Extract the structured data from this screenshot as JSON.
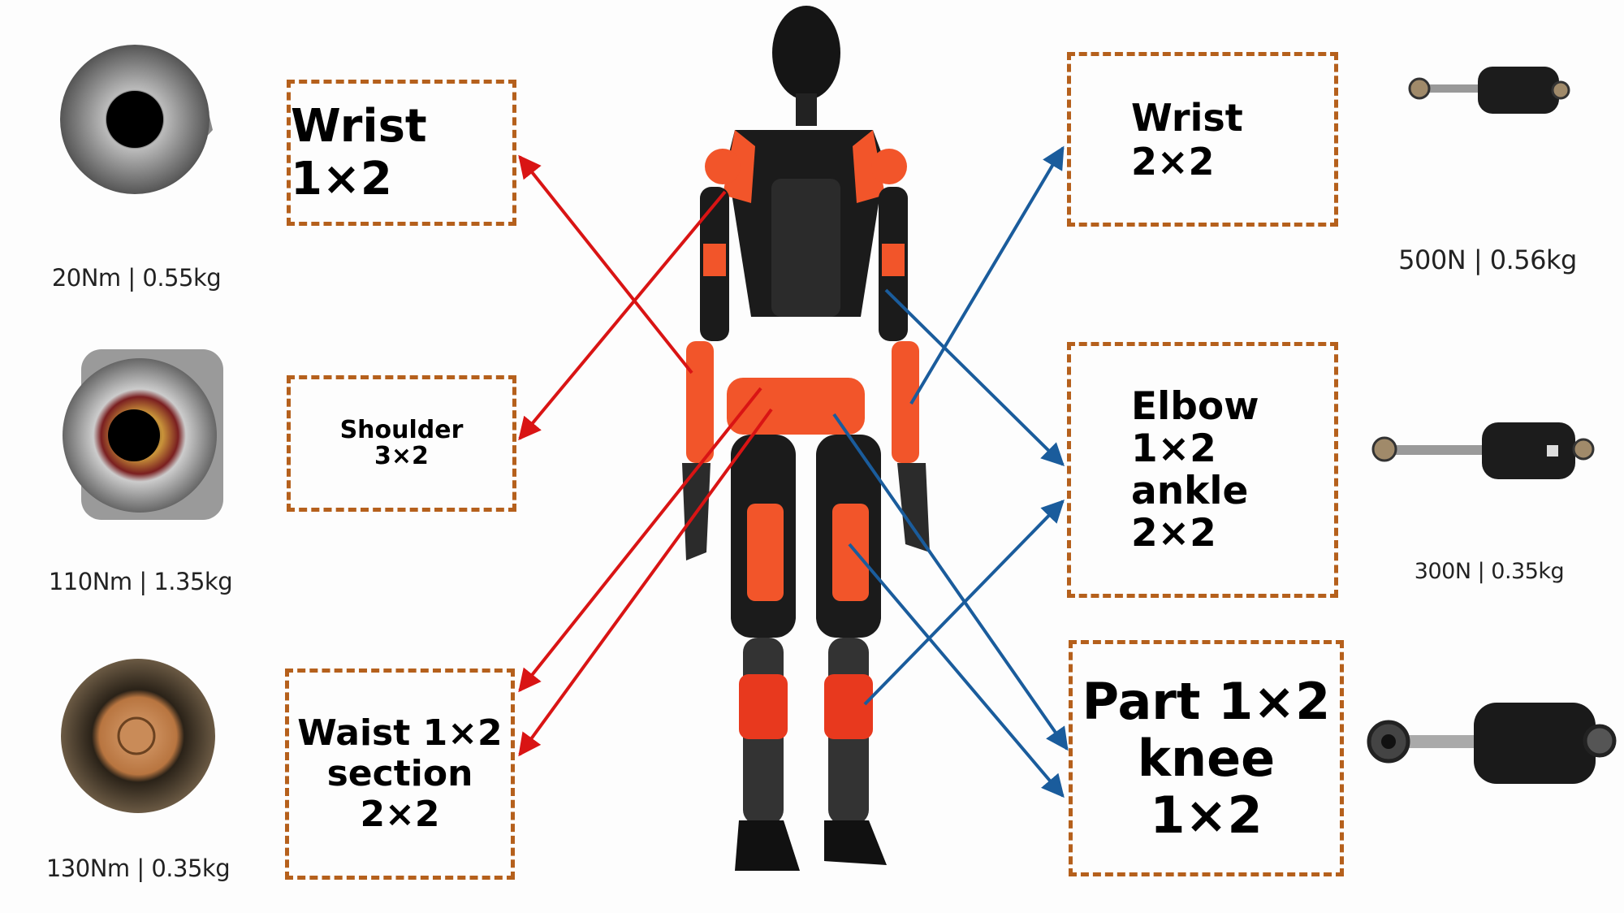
{
  "left_joints": [
    {
      "label": "Wrist 1×2",
      "spec": "20Nm | 0.55kg"
    },
    {
      "label": "Shoulder 3×2",
      "label_lines": [
        "Shoulder",
        "3×2"
      ],
      "spec": "110Nm | 1.35kg"
    },
    {
      "label_lines": [
        "Waist 1×2",
        "section",
        "2×2"
      ],
      "spec": "130Nm | 0.35kg"
    }
  ],
  "right_joints": [
    {
      "label": "Wrist 2×2",
      "spec": "500N | 0.56kg"
    },
    {
      "label_lines": [
        "Elbow",
        "1×2 ankle",
        "2×2"
      ],
      "spec": "300N | 0.35kg"
    },
    {
      "label_lines": [
        "Part 1×2",
        "knee 1×2"
      ]
    }
  ],
  "colors": {
    "box_border": "#b5601c",
    "left_arrow": "#d91414",
    "right_arrow": "#1a5c9c",
    "robot_accent": "#f2552a",
    "robot_body": "#1b1b1b"
  }
}
